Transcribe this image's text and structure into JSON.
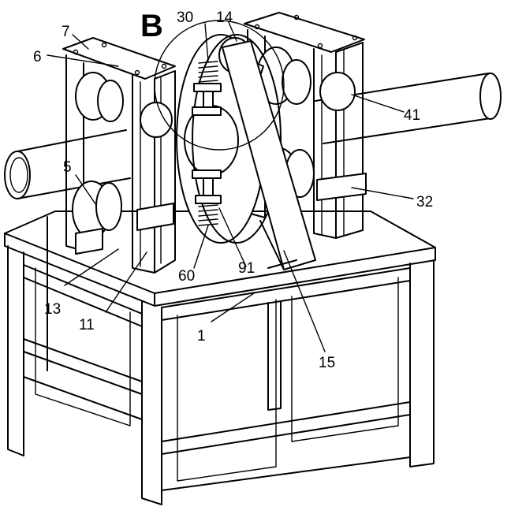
{
  "figure": {
    "view_letter": "B",
    "labels": {
      "l30": "30",
      "l14": "14",
      "l7": "7",
      "l6": "6",
      "l5": "5",
      "l41": "41",
      "l32": "32",
      "l60": "60",
      "l91": "91",
      "l13": "13",
      "l11": "11",
      "l1": "1",
      "l15": "15"
    }
  }
}
